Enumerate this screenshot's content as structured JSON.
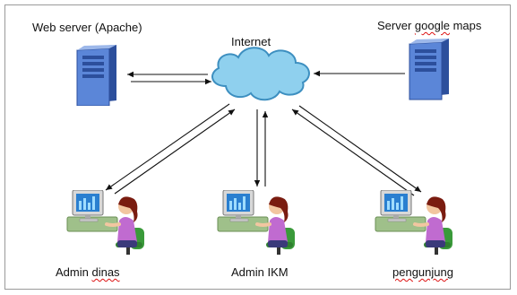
{
  "nodes": {
    "web_server": {
      "label": "Web server (Apache)"
    },
    "internet": {
      "label": "Internet"
    },
    "google_server": {
      "label_prefix": "Server ",
      "label_marked": "google",
      "label_suffix": " maps"
    },
    "admin_dinas": {
      "label_prefix": "Admin ",
      "label_marked": "dinas"
    },
    "admin_ikm": {
      "label": "Admin IKM"
    },
    "pengunjung": {
      "label_marked": "pengunjung"
    }
  },
  "colors": {
    "server_front": "#5b86d8",
    "server_side": "#2c4f9c",
    "cloud_fill": "#8fd0ee",
    "cloud_stroke": "#3d8fc0",
    "monitor_screen": "#2a7fd0",
    "desk": "#9fc08a",
    "shirt": "#c06bd0",
    "chair": "#3a9a3a",
    "arrow": "#111111",
    "spell_mark": "#dd1111"
  },
  "icons": [
    "server-icon",
    "cloud-icon",
    "workstation-user-icon"
  ]
}
